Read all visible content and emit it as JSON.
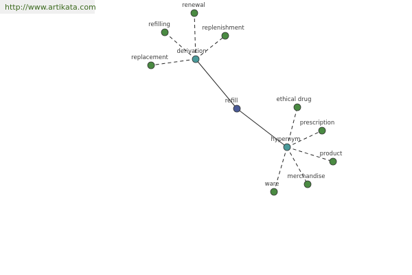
{
  "url": "http://www.artikata.com",
  "colors": {
    "root": "#4a5a96",
    "relation": "#4a9a9a",
    "term": "#4a8a42",
    "node_stroke": "#333333",
    "edge": "#222222"
  },
  "graph": {
    "root": {
      "id": "refill",
      "label": "refill"
    },
    "relations": [
      {
        "id": "derivation",
        "label": "derivation"
      },
      {
        "id": "hypernym",
        "label": "hypernym"
      }
    ],
    "terms": [
      {
        "id": "renewal",
        "label": "renewal",
        "relation": "derivation"
      },
      {
        "id": "refilling",
        "label": "refilling",
        "relation": "derivation"
      },
      {
        "id": "replenishment",
        "label": "replenishment",
        "relation": "derivation"
      },
      {
        "id": "replacement",
        "label": "replacement",
        "relation": "derivation"
      },
      {
        "id": "ethical-drug",
        "label": "ethical drug",
        "relation": "hypernym"
      },
      {
        "id": "prescription",
        "label": "prescription",
        "relation": "hypernym"
      },
      {
        "id": "product",
        "label": "product",
        "relation": "hypernym"
      },
      {
        "id": "merchandise",
        "label": "merchandise",
        "relation": "hypernym"
      },
      {
        "id": "ware",
        "label": "ware",
        "relation": "hypernym"
      }
    ]
  }
}
